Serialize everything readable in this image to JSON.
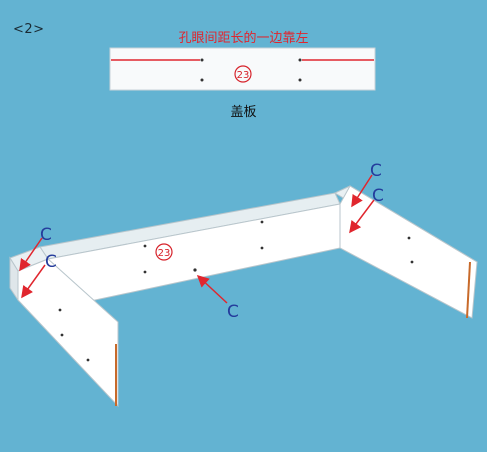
{
  "step": "<2>",
  "note": "孔眼间距长的一边靠左",
  "top_panel": {
    "name": "盖板",
    "part_number": "23"
  },
  "assembly": {
    "part_number": "23",
    "connector_label": "C",
    "connector_count": 5
  },
  "colors": {
    "background": "#63b3d2",
    "panel": "#ffffff",
    "accent_red": "#e0262e",
    "label_blue": "#243c9c"
  }
}
